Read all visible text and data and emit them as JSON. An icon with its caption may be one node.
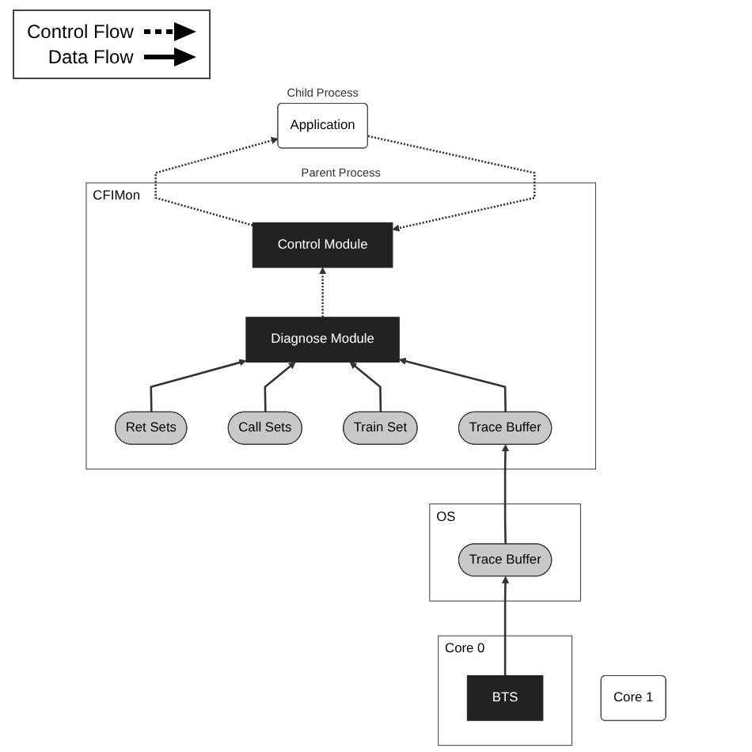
{
  "diagram": {
    "nodes": [
      {
        "text": [
          "CFIMon"
        ],
        "beside": [
          "Parent Process"
        ]
      },
      {
        "text": [
          "Ret Sets"
        ],
        "in": 0
      },
      {
        "text": [
          "Call Sets"
        ],
        "in": 0
      },
      {
        "text": [
          "Train Set"
        ],
        "in": 0
      },
      {
        "text": [
          "Diagnose Module"
        ],
        "in": 0
      },
      {
        "text": [
          "Control Module"
        ],
        "in": 0
      },
      {
        "text": [
          "Trace Buffer"
        ],
        "in": 0
      },
      {
        "text": [
          "Application"
        ],
        "beside": [
          "Child Process"
        ]
      },
      {
        "text": [
          "OS"
        ]
      },
      {
        "text": [
          "Trace Buffer"
        ],
        "in": 8
      },
      {
        "text": [
          "Core 0"
        ]
      },
      {
        "text": [
          "BTS"
        ],
        "in": 10
      },
      {
        "text": [
          "Core 1"
        ]
      }
    ],
    "edges": [
      {
        "from": 1,
        "to": 4,
        "arrow": "to"
      },
      {
        "from": 2,
        "to": 4,
        "arrow": "to"
      },
      {
        "from": 3,
        "to": 4,
        "arrow": "to"
      },
      {
        "from": 4,
        "to": 5,
        "arrow": "to",
        "style": "dashed"
      },
      {
        "from": 5,
        "to": 7,
        "arrow": "to",
        "style": "dashed"
      },
      {
        "from": 7,
        "to": 5,
        "arrow": "to",
        "style": "dashed"
      },
      {
        "from": 6,
        "to": 4,
        "arrow": "to"
      },
      {
        "from": 9,
        "to": 6,
        "arrow": "to"
      },
      {
        "from": 11,
        "to": 9,
        "arrow": "to"
      }
    ],
    "legend": [
      {
        "text": "Control Flow"
      },
      {
        "text": "Data Flow"
      }
    ]
  }
}
